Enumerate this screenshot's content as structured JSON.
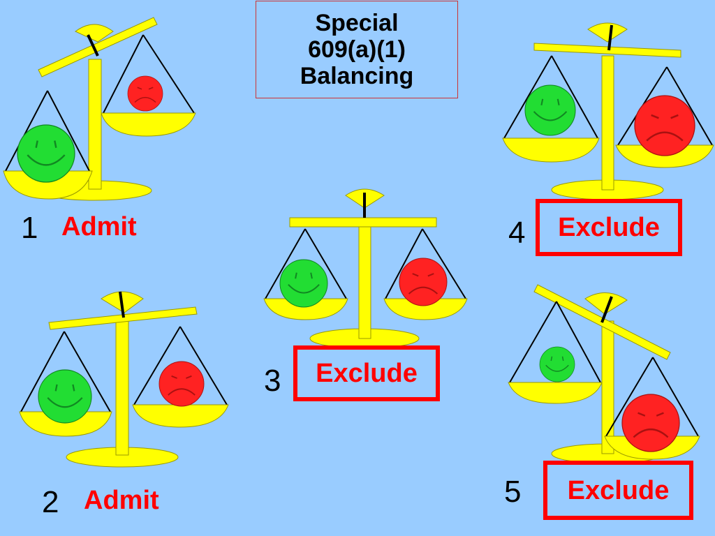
{
  "title": {
    "line1": "Special",
    "line2": "609(a)(1)",
    "line3": "Balancing"
  },
  "scales": [
    {
      "number": "1",
      "verdict": "Admit",
      "boxed": false
    },
    {
      "number": "2",
      "verdict": "Admit",
      "boxed": false
    },
    {
      "number": "3",
      "verdict": "Exclude",
      "boxed": true
    },
    {
      "number": "4",
      "verdict": "Exclude",
      "boxed": true
    },
    {
      "number": "5",
      "verdict": "Exclude",
      "boxed": true
    }
  ],
  "colors": {
    "background": "#99ccff",
    "scale": "#ffff00",
    "probative": "#00dd22",
    "prejudice": "#ff1a1a",
    "verdict": "#ff0000"
  }
}
